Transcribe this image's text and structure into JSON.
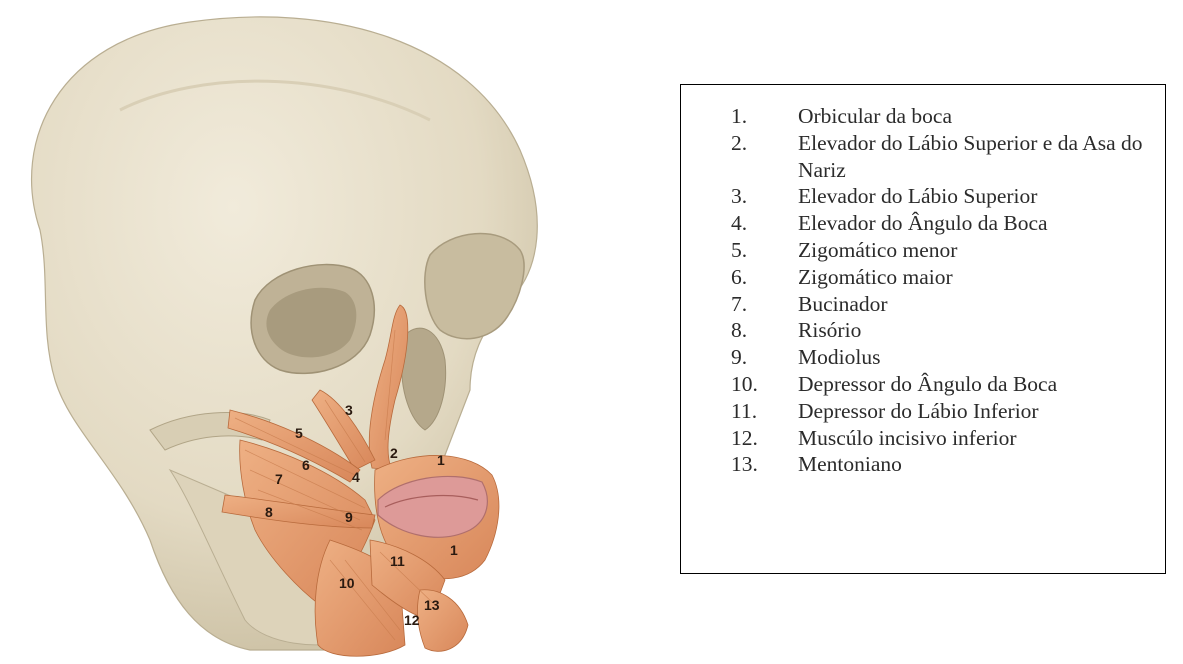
{
  "legend": {
    "items": [
      {
        "number": "1.",
        "label": "Orbicular da boca"
      },
      {
        "number": "2.",
        "label": "Elevador do Lábio Superior e da Asa do Nariz"
      },
      {
        "number": "3.",
        "label": "Elevador do Lábio Superior"
      },
      {
        "number": "4.",
        "label": "Elevador do Ângulo da Boca"
      },
      {
        "number": "5.",
        "label": "Zigomático menor"
      },
      {
        "number": "6.",
        "label": "Zigomático maior"
      },
      {
        "number": "7.",
        "label": "Bucinador"
      },
      {
        "number": "8.",
        "label": "Risório"
      },
      {
        "number": "9.",
        "label": "Modiolus"
      },
      {
        "number": "10.",
        "label": "Depressor do Ângulo da Boca"
      },
      {
        "number": "11.",
        "label": "Depressor do Lábio Inferior"
      },
      {
        "number": "12.",
        "label": "Muscúlo incisivo inferior"
      },
      {
        "number": "13.",
        "label": "Mentoniano"
      }
    ]
  },
  "figure": {
    "labels": {
      "l1a": "1",
      "l1b": "1",
      "l2": "2",
      "l3": "3",
      "l4": "4",
      "l5": "5",
      "l6": "6",
      "l7": "7",
      "l8": "8",
      "l9": "9",
      "l10": "10",
      "l11": "11",
      "l12": "12",
      "l13": "13"
    }
  },
  "colors": {
    "bone": "#e8e0cc",
    "bone_shadow": "#c9bfa6",
    "muscle": "#e8a170",
    "muscle_dark": "#c97a48",
    "lip": "#d98c8c"
  }
}
